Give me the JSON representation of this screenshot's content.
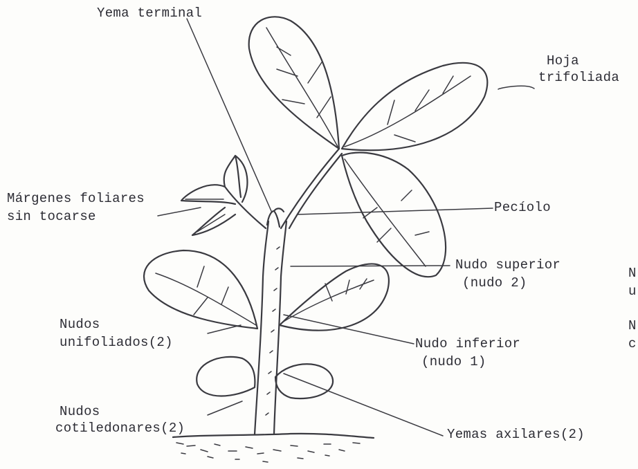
{
  "labels": {
    "yema_terminal": "Yema terminal",
    "hoja_line1": "Hoja",
    "hoja_line2": "trifoliada",
    "margenes_line1": "Márgenes foliares",
    "margenes_line2": "sin tocarse",
    "peciolo": "Pecíolo",
    "nudo_superior_line1": "Nudo superior",
    "nudo_superior_line2": "(nudo 2)",
    "nudos_unifoliados_line1": "Nudos",
    "nudos_unifoliados_line2": "unifoliados(2)",
    "nudo_inferior_line1": "Nudo inferior",
    "nudo_inferior_line2": "(nudo 1)",
    "nudos_cotiledonares_line1": "Nudos",
    "nudos_cotiledonares_line2": "cotiledonares(2)",
    "yemas_axilares": "Yemas axilares(2)",
    "cut_right_1a": "N",
    "cut_right_1b": "u",
    "cut_right_2a": "N",
    "cut_right_2b": "c"
  }
}
